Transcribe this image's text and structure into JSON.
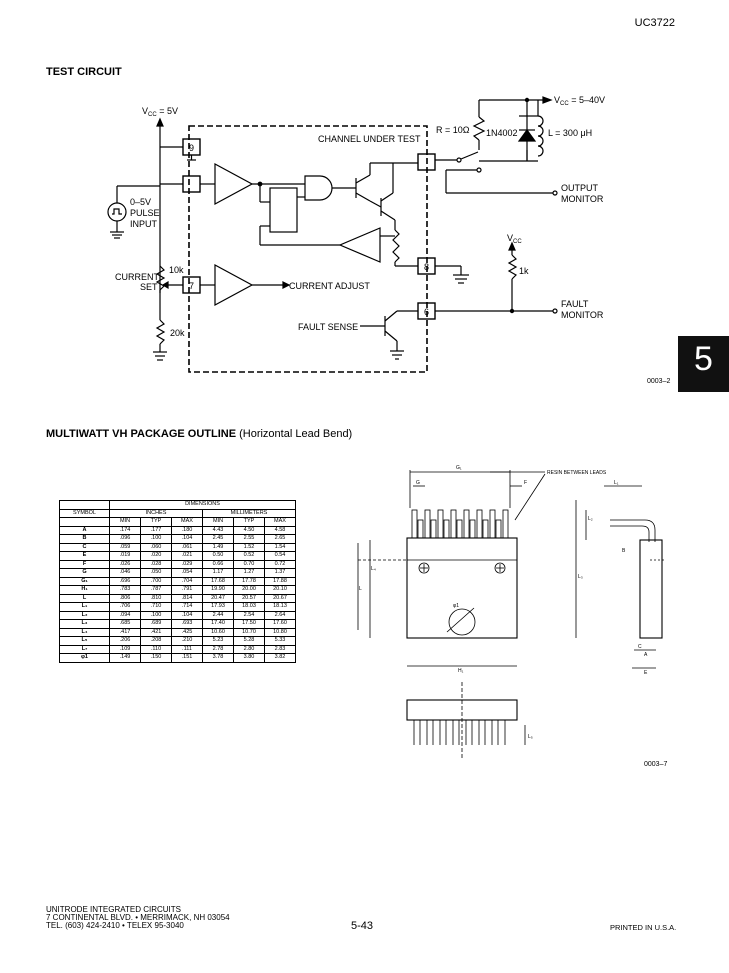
{
  "header": {
    "part_number": "UC3722"
  },
  "tab": {
    "label": "5"
  },
  "test_circuit": {
    "title": "TEST CIRCUIT",
    "figure_number": "0003–2",
    "labels": {
      "vcc_5v": "V",
      "vcc_5v_sub": "CC",
      "vcc_5v_val": " = 5V",
      "vcc_40v": "V",
      "vcc_40v_sub": "CC",
      "vcc_40v_val": " = 5–40V",
      "resistor_r": "R = 10Ω",
      "diode": "1N4002",
      "inductor": "L = 300 μH",
      "channel_under_test": "CHANNEL UNDER TEST",
      "output_monitor_1": "OUTPUT",
      "output_monitor_2": "MONITOR",
      "pulse_1": "0–5V",
      "pulse_2": "PULSE",
      "pulse_3": "INPUT",
      "current_set_1": "CURRENT",
      "current_set_2": "SET",
      "r10k": "10k",
      "r20k": "20k",
      "current_adjust": "CURRENT ADJUST",
      "fault_sense": "FAULT SENSE",
      "vcc_right": "V",
      "vcc_right_sub": "CC",
      "r1k": "1k",
      "fault_monitor_1": "FAULT",
      "fault_monitor_2": "MONITOR",
      "pin9": "9",
      "pin7": "7",
      "pin8": "8",
      "pin6": "6"
    }
  },
  "package_outline": {
    "title_bold": "MULTIWATT VH PACKAGE OUTLINE",
    "title_normal": " (Horizontal Lead Bend)",
    "figure_number": "0003–7",
    "drawing_labels": {
      "resin": "RESIN BETWEEN LEADS",
      "G1": "G₁",
      "G": "G",
      "F": "F",
      "L1": "L₁",
      "L2": "L₂",
      "L3": "L₃",
      "L4": "L₄",
      "L5": "L₅",
      "L6": "L₆",
      "L": "L",
      "B": "B",
      "A": "A",
      "C": "C",
      "E": "E",
      "H1": "H₁",
      "phi1": "φ1"
    },
    "table": {
      "header_dimensions": "DIMENSIONS",
      "header_symbol": "SYMBOL",
      "header_inches": "INCHES",
      "header_mm": "MILLIMETERS",
      "sub_headers": [
        "MIN",
        "TYP",
        "MAX",
        "MIN",
        "TYP",
        "MAX"
      ],
      "rows": [
        [
          "A",
          ".174",
          ".177",
          ".180",
          "4.43",
          "4.50",
          "4.58"
        ],
        [
          "B",
          ".096",
          ".100",
          ".104",
          "2.45",
          "2.55",
          "2.65"
        ],
        [
          "C",
          ".059",
          ".060",
          ".061",
          "1.49",
          "1.52",
          "1.54"
        ],
        [
          "E",
          ".019",
          ".020",
          ".021",
          "0.50",
          "0.52",
          "0.54"
        ],
        [
          "F",
          ".026",
          ".028",
          ".029",
          "0.66",
          "0.70",
          "0.72"
        ],
        [
          "G",
          ".046",
          ".050",
          ".054",
          "1.17",
          "1.27",
          "1.37"
        ],
        [
          "G₁",
          ".696",
          ".700",
          ".704",
          "17.68",
          "17.78",
          "17.88"
        ],
        [
          "H₁",
          ".783",
          ".787",
          ".791",
          "19.90",
          "20.00",
          "20.10"
        ],
        [
          "L",
          ".806",
          ".810",
          ".814",
          "20.47",
          "20.57",
          "20.67"
        ],
        [
          "L₁",
          ".706",
          ".710",
          ".714",
          "17.93",
          "18.03",
          "18.13"
        ],
        [
          "L₂",
          ".094",
          ".100",
          ".104",
          "2.44",
          "2.54",
          "2.64"
        ],
        [
          "L₃",
          ".685",
          ".689",
          ".693",
          "17.40",
          "17.50",
          "17.60"
        ],
        [
          "L₄",
          ".417",
          ".421",
          ".425",
          "10.60",
          "10.70",
          "10.80"
        ],
        [
          "L₅",
          ".206",
          ".208",
          ".210",
          "5.23",
          "5.28",
          "5.33"
        ],
        [
          "L₇",
          ".109",
          ".110",
          ".111",
          "2.78",
          "2.80",
          "2.83"
        ],
        [
          "φ1",
          ".149",
          ".150",
          ".151",
          "3.78",
          "3.80",
          "3.82"
        ]
      ]
    }
  },
  "footer": {
    "company_line1": "UNITRODE INTEGRATED CIRCUITS",
    "company_line2": "7 CONTINENTAL BLVD. • MERRIMACK, NH 03054",
    "company_line3": "TEL. (603) 424-2410 • TELEX 95-3040",
    "page_number": "5-43",
    "printed": "PRINTED IN U.S.A."
  }
}
